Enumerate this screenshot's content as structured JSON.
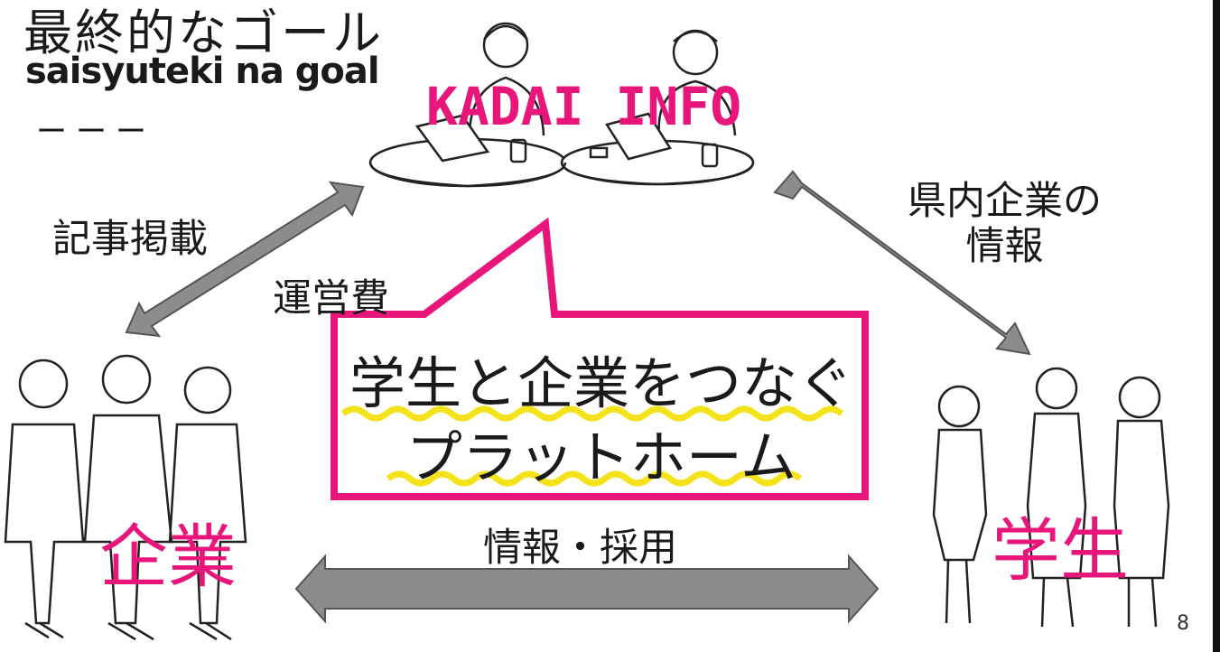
{
  "slide": {
    "title_jp": "最終的なゴール",
    "title_en": "saisyuteki na goal",
    "divider": "ーーー",
    "page_number": "8"
  },
  "brand": {
    "name": "KADAI INFO",
    "color": "#e8157a"
  },
  "labels": {
    "article": "記事掲載",
    "fee": "運営費",
    "pref_companies_line1": "県内企業の",
    "pref_companies_line2": "情報",
    "info_recruit": "情報・採用",
    "company": "企業",
    "student": "学生"
  },
  "bubble": {
    "line1": "学生と企業をつなぐ",
    "line2": "プラットホーム",
    "border_color": "#e8157a",
    "underline_color": "#f4e21a"
  },
  "icons": [
    "people-at-table-icon",
    "businessmen-icon",
    "students-icon",
    "double-arrow-icon"
  ]
}
